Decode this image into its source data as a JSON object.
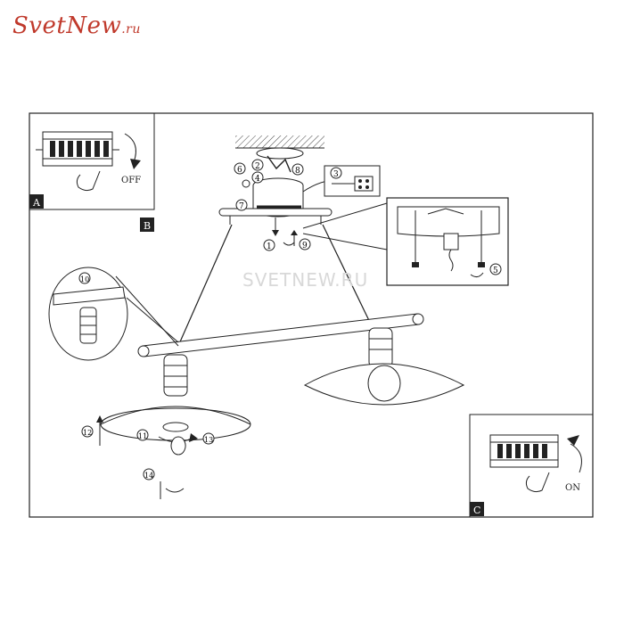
{
  "logo": {
    "main": "SvetNew",
    "suffix": ".ru",
    "color": "#c0392b"
  },
  "watermark": "SVETNEW.RU",
  "panels": {
    "a_label": "A",
    "b_label": "B",
    "c_label": "C",
    "off_text": "OFF",
    "on_text": "ON"
  },
  "steps": [
    "1",
    "2",
    "3",
    "4",
    "5",
    "6",
    "7",
    "8",
    "9",
    "10",
    "11",
    "12",
    "13",
    "14"
  ]
}
